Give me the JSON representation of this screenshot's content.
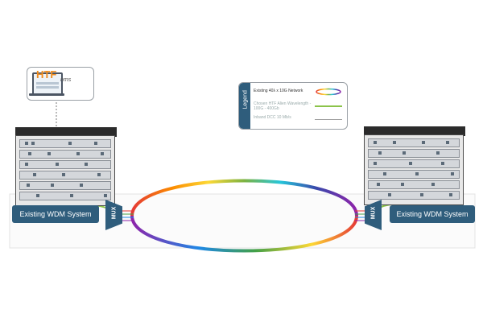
{
  "nms_box": {
    "brand": "HTF",
    "label": "nms",
    "icon": "computer-monitor-icon"
  },
  "legend": {
    "title": "Legend",
    "items": [
      {
        "label": "Existing 40λ x 10G Network",
        "style": "rainbow-ellipse"
      },
      {
        "label": "Chosen HTF Alien Wavelength - 100G - 400Gb",
        "style": "green-line",
        "color": "#8bc34a"
      },
      {
        "label": "Inband DCC 10 Mb/s",
        "style": "gray-line",
        "color": "#9e9e9e"
      }
    ]
  },
  "left_site": {
    "wdm_label": "Existing WDM System",
    "mux_label": "MUX",
    "icon": "chassis-equipment-icon"
  },
  "right_site": {
    "wdm_label": "Existing WDM System",
    "mux_label": "MUX",
    "icon": "chassis-equipment-icon"
  },
  "colors": {
    "accent": "#2f5d7c",
    "brand": "#f08c1e",
    "alien_wavelength": "#8bc34a",
    "dcc": "#9e9e9e"
  }
}
